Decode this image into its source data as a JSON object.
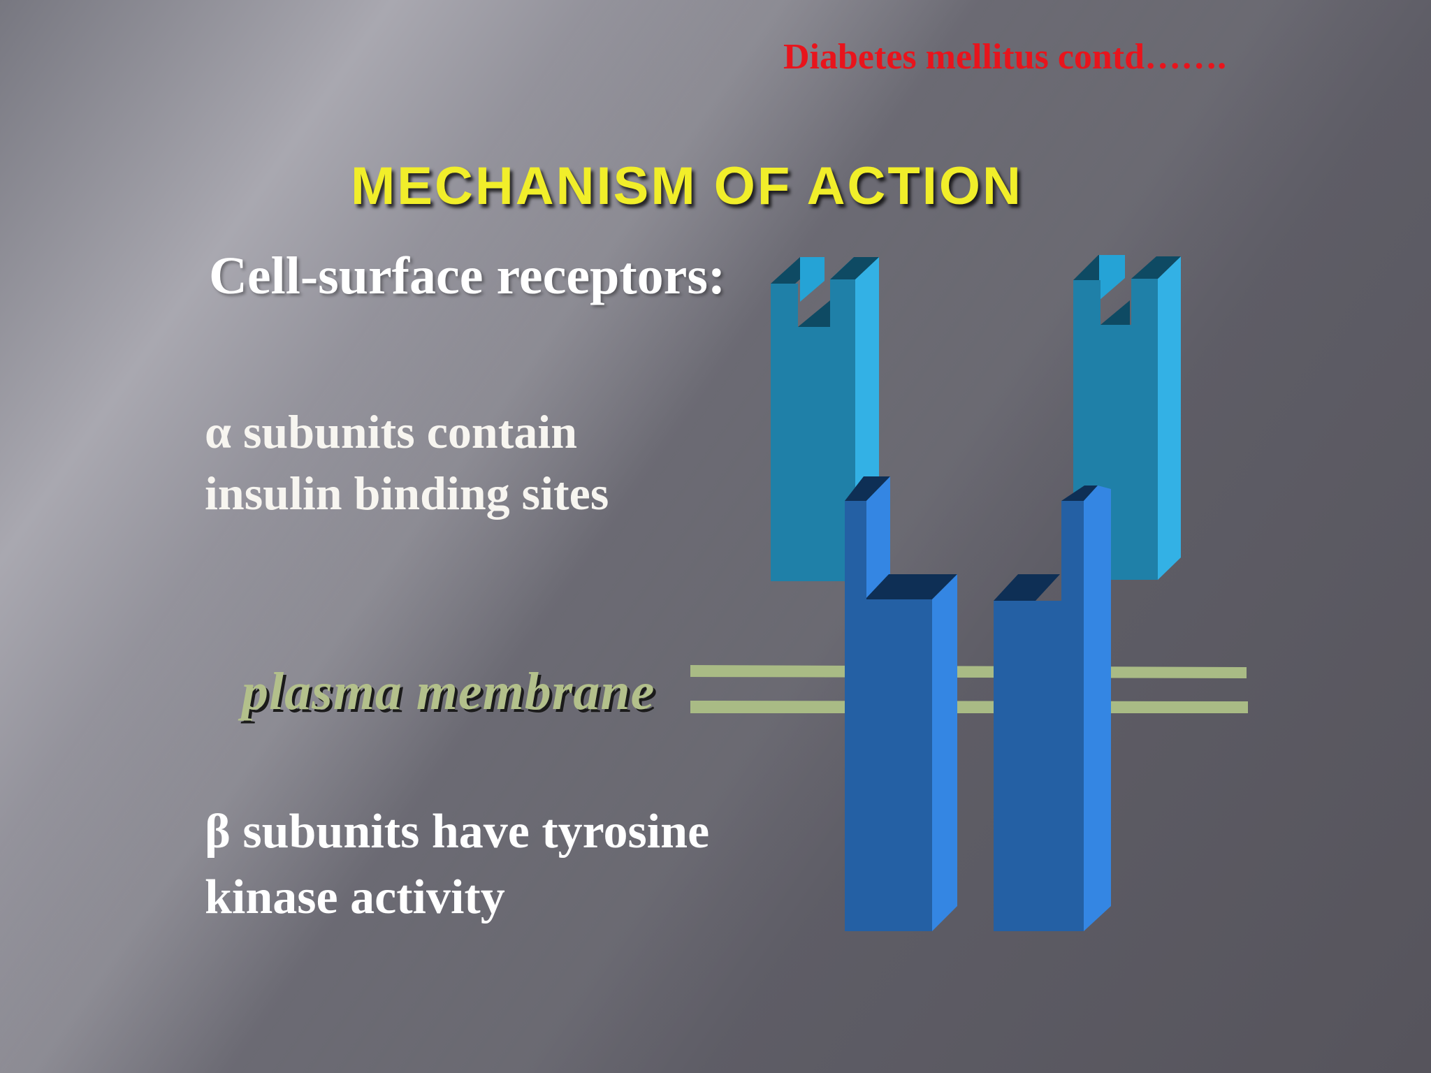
{
  "slide": {
    "subtitle": "Diabetes mellitus contd…….",
    "title": "MECHANISM OF ACTION",
    "receptors_label": "Cell-surface receptors:",
    "alpha_text": [
      "α subunits contain",
      "insulin binding sites"
    ],
    "membrane_label": "plasma membrane",
    "beta_text": [
      "β  subunits have tyrosine",
      "kinase activity"
    ]
  },
  "colors": {
    "subtitle": "#e8141c",
    "title": "#f1ee2a",
    "alpha_subunit": "#1f80a8",
    "beta_subunit": "#2460a4",
    "membrane": "#a9bb85"
  }
}
